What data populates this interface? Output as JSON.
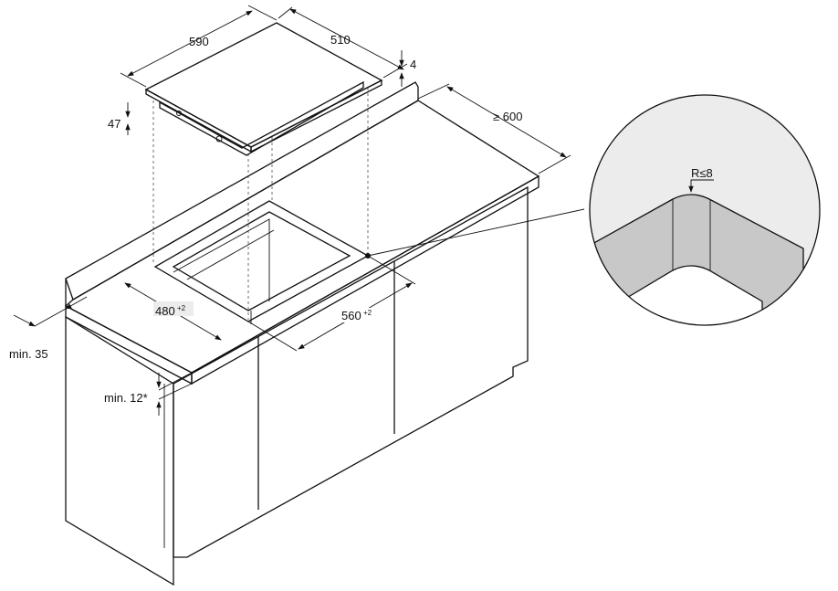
{
  "diagram": {
    "labels": {
      "cooktop_width": "590",
      "cooktop_depth": "510",
      "glass_thickness": "4",
      "cooktop_height": "47",
      "worktop_depth": "≥ 600",
      "cutout_depth": "480",
      "cutout_depth_tol": "+2",
      "cutout_width": "560",
      "cutout_width_tol": "+2",
      "front_distance": "min. 35",
      "worktop_thickness": "min. 12*",
      "corner_radius": "R≤8"
    },
    "colors": {
      "worktop": "#ececec",
      "cutout_rim": "#c8c8c8",
      "detail_bg": "#ececec",
      "line": "#111111"
    }
  }
}
